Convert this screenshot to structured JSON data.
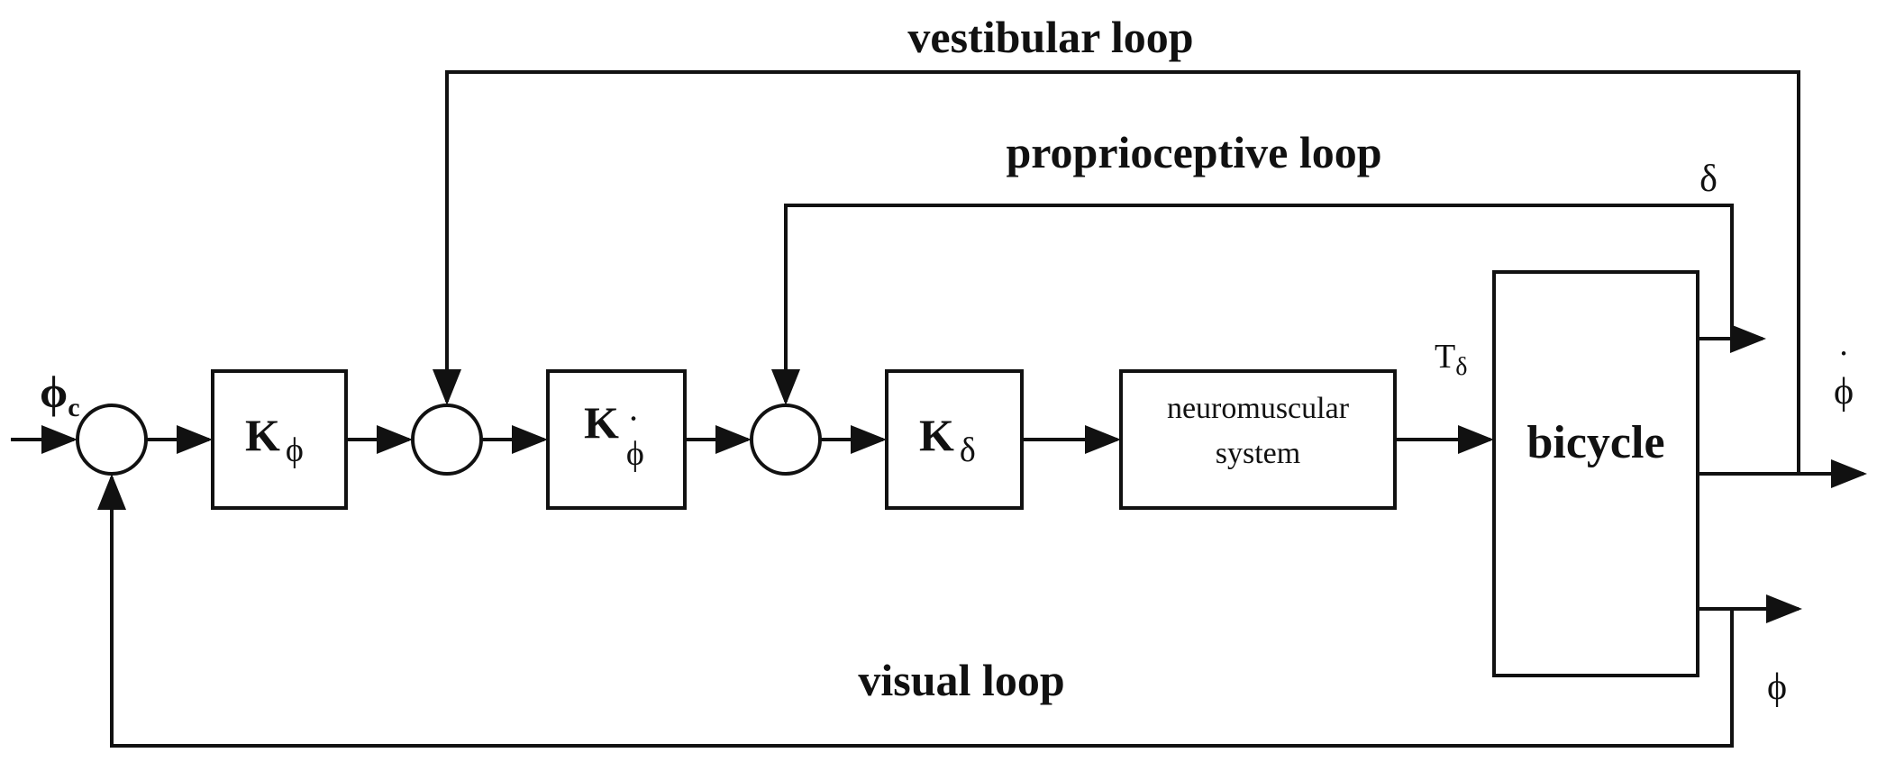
{
  "loops": {
    "vestibular": "vestibular loop",
    "proprioceptive": "proprioceptive loop",
    "visual": "visual loop"
  },
  "signals": {
    "input": "ϕ",
    "input_sub": "c",
    "torque": "T",
    "torque_sub": "δ",
    "steer_angle": "δ",
    "roll_rate": "ϕ",
    "roll_rate_dot": "˙",
    "roll": "ϕ"
  },
  "blocks": {
    "k_phi": {
      "k": "K",
      "sub": "ϕ"
    },
    "k_phidot": {
      "k": "K",
      "sub": "ϕ",
      "dot": "˙"
    },
    "k_delta": {
      "k": "K",
      "sub": "δ"
    },
    "neuromuscular_line1": "neuromuscular",
    "neuromuscular_line2": "system",
    "bicycle": "bicycle"
  }
}
